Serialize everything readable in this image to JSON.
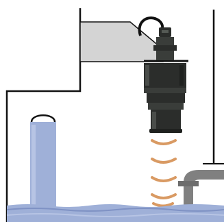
{
  "diagram": {
    "colors": {
      "wall": "#111111",
      "mount_bracket": "#d4d4d4",
      "sensor_body": "#2b2d2b",
      "water": "#9fb0d8",
      "water_dark": "#7f92c4",
      "sound_waves": "#d99a63",
      "pipe": "#808080"
    },
    "icons": [
      "ultrasonic-level-sensor",
      "mounting-bracket",
      "liquid-column",
      "sound-wave-icon",
      "outlet-pipe",
      "tank-wall"
    ],
    "sound_wave_count": 5
  }
}
